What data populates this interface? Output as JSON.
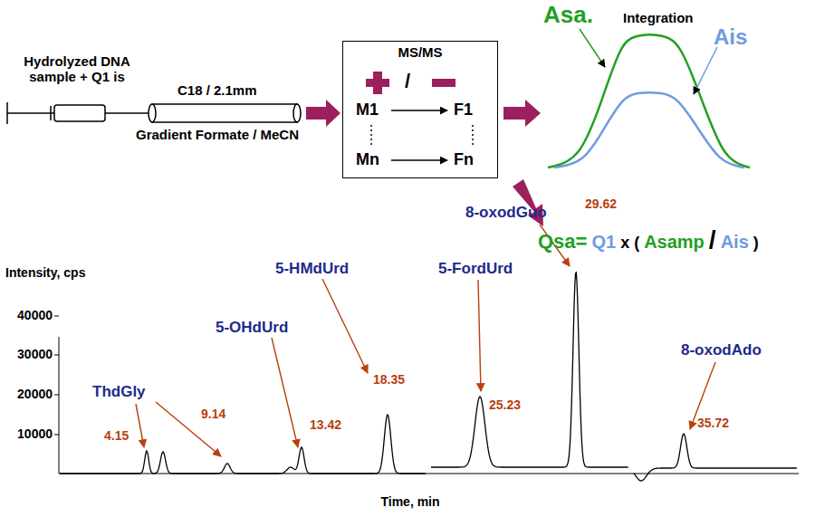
{
  "diagram": {
    "nodes": [
      {
        "text": [
          "MS/MS",
          "/",
          "M1",
          "F1",
          "Mn",
          "Fn"
        ]
      }
    ],
    "labels": [
      "Hydrolyzed DNA sample + Q1 is",
      "C18 / 2.1mm",
      "Gradient Formate / MeCN",
      "Asa.",
      "Integration",
      "Ais",
      "Qsa=",
      "Q1",
      "x (",
      "Asamp",
      "/",
      "Ais",
      ")",
      "Intensity, cps",
      "40000",
      "30000",
      "20000",
      "10000",
      "ThdGly",
      "5-OHdUrd",
      "5-HMdUrd",
      "5-FordUrd",
      "8-oxodGuo",
      "8-oxodAdo",
      "4.15",
      "9.14",
      "13.42",
      "18.35",
      "25.23",
      "29.62",
      "35.72",
      "Time, min"
    ]
  }
}
